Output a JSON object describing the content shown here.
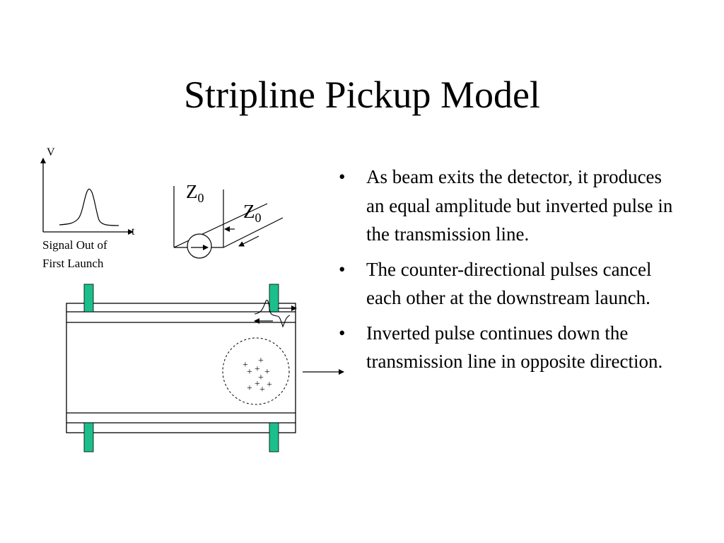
{
  "slide": {
    "title": "Stripline Pickup Model",
    "bullet_symbol": "•",
    "bullets": [
      "As beam exits the detector, it produces an equal amplitude but inverted pulse in the transmission line.",
      "The counter-directional pulses cancel each other at the downstream launch.",
      "Inverted pulse continues down the transmission line in opposite direction."
    ]
  },
  "diagram": {
    "signal_plot": {
      "y_label": "V",
      "x_label": "t",
      "caption_line1": "Signal Out of",
      "caption_line2": "First Launch"
    },
    "impedance": {
      "symbol": "Z",
      "subscript": "0"
    },
    "beam": {
      "charge_symbol": "+"
    },
    "colors": {
      "feedthrough": "#1cbf8c",
      "line": "#000000",
      "background": "#ffffff"
    }
  }
}
